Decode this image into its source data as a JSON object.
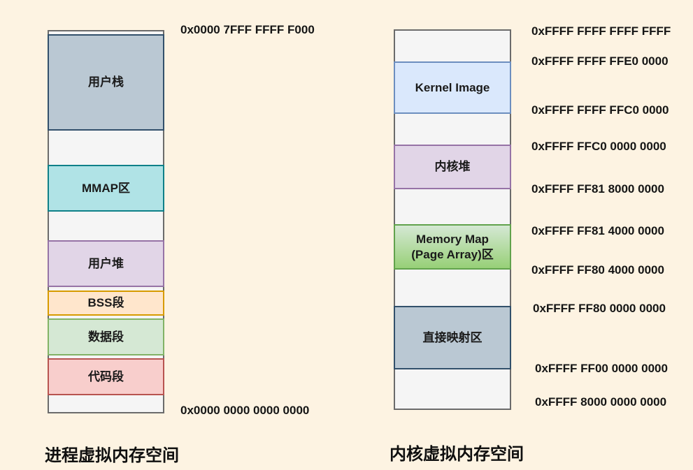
{
  "background_color": "#FDF3E2",
  "empty_segment": {
    "fill": "#F5F5F5",
    "stroke": "#6B6B6B"
  },
  "process_space": {
    "title": "进程虚拟内存空间",
    "top_address": "0x0000 7FFF FFFF F000",
    "bottom_address": "0x0000 0000 0000 0000",
    "segments": [
      {
        "label": "用户栈",
        "fill": "#BAC8D3",
        "stroke": "#32506B"
      },
      {
        "label": "MMAP区",
        "fill": "#B0E3E6",
        "stroke": "#0E8088"
      },
      {
        "label": "用户堆",
        "fill": "#E1D5E7",
        "stroke": "#9673A6"
      },
      {
        "label": "BSS段",
        "fill": "#FFE6CC",
        "stroke": "#D79B00"
      },
      {
        "label": "数据段",
        "fill": "#D5E8D4",
        "stroke": "#82B366"
      },
      {
        "label": "代码段",
        "fill": "#F8CECC",
        "stroke": "#B85450"
      }
    ]
  },
  "kernel_space": {
    "title": "内核虚拟内存空间",
    "segments": [
      {
        "label": "Kernel Image",
        "fill": "#DAE8FC",
        "stroke": "#6C8EBF"
      },
      {
        "label": "内核堆",
        "fill": "#E1D5E7",
        "stroke": "#9673A6"
      },
      {
        "label": "Memory Map (Page Array)区",
        "fill": "#D5E8D4",
        "fill_gradient_to": "#97D077",
        "stroke": "#61A24C"
      },
      {
        "label": "直接映射区",
        "fill": "#BAC8D3",
        "stroke": "#32506B"
      }
    ],
    "addresses": [
      "0xFFFF FFFF FFFF FFFF",
      "0xFFFF FFFF FFE0 0000",
      "0xFFFF FFFF FFC0 0000",
      "0xFFFF FFC0 0000 0000",
      "0xFFFF FF81 8000 0000",
      "0xFFFF FF81 4000 0000",
      "0xFFFF FF80 4000 0000",
      "0xFFFF FF80 0000 0000",
      "0xFFFF FF00 0000 0000",
      "0xFFFF 8000 0000 0000"
    ]
  }
}
